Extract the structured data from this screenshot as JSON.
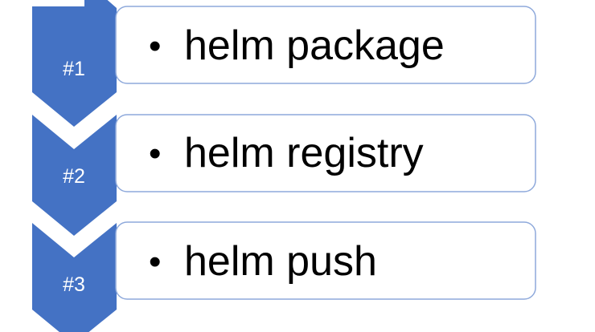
{
  "colors": {
    "badge_fill": "#4472C4",
    "card_border": "#8EA9DB",
    "card_fill": "#FFFFFF",
    "badge_text": "#FFFFFF",
    "card_text": "#000000"
  },
  "bullet_glyph": "•",
  "steps": [
    {
      "badge": "#1",
      "text": "helm package"
    },
    {
      "badge": "#2",
      "text": "helm registry"
    },
    {
      "badge": "#3",
      "text": "helm push"
    }
  ]
}
